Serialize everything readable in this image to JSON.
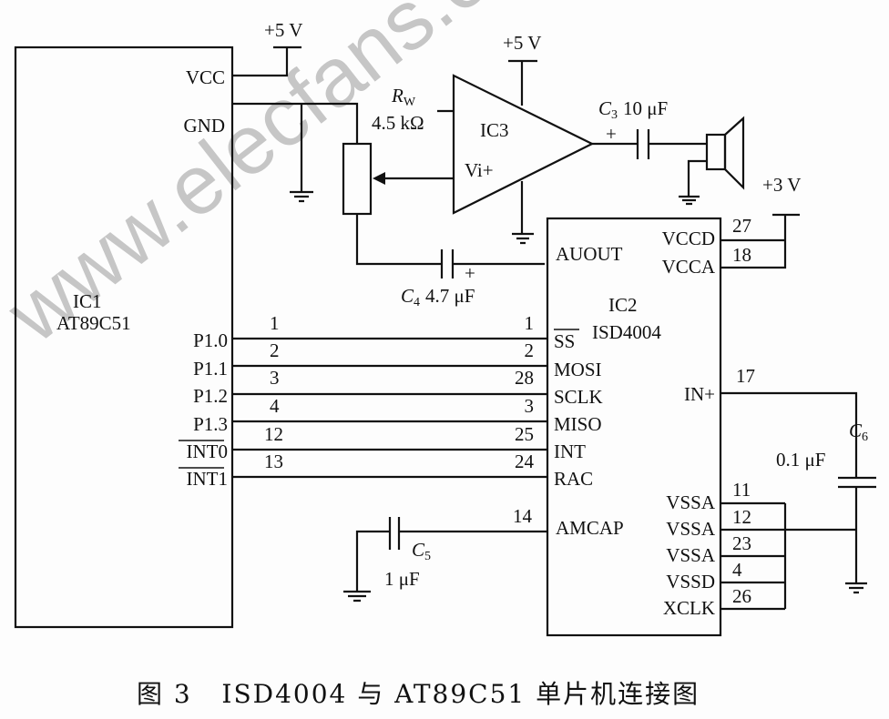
{
  "ic1": {
    "name": "IC1",
    "part": "AT89C51",
    "pins": {
      "vcc": "VCC",
      "gnd": "GND"
    },
    "ports": [
      "P1.0",
      "P1.1",
      "P1.2",
      "P1.3",
      "INT0",
      "INT1"
    ],
    "port_pin_numbers": [
      "1",
      "2",
      "3",
      "4",
      "12",
      "13"
    ]
  },
  "ic2": {
    "name": "IC2",
    "part": "ISD4004",
    "left_pins": [
      "SS",
      "MOSI",
      "SCLK",
      "MISO",
      "INT",
      "RAC"
    ],
    "left_pin_numbers": [
      "1",
      "2",
      "28",
      "3",
      "25",
      "24"
    ],
    "auout": "AUOUT",
    "amcap": "AMCAP",
    "amcap_pin": "14",
    "vccd": "VCCD",
    "vcca": "VCCA",
    "vccd_pin": "27",
    "vcca_pin": "18",
    "in_plus": "IN+",
    "in_plus_pin": "17",
    "right_pins": [
      "VSSA",
      "VSSA",
      "VSSA",
      "VSSD",
      "XCLK"
    ],
    "right_pin_numbers": [
      "11",
      "12",
      "23",
      "4",
      "26"
    ]
  },
  "ic3": {
    "name": "IC3",
    "input": "Vi+"
  },
  "supplies": {
    "ic1_vcc": "+5 V",
    "ic3_vcc": "+5 V",
    "ic2_vcc": "+3 V"
  },
  "components": {
    "rw": {
      "label": "R",
      "sub": "W",
      "value": "4.5 kΩ"
    },
    "c3": {
      "label": "C",
      "sub": "3",
      "value": "10 μF",
      "polarity": "+"
    },
    "c4": {
      "label": "C",
      "sub": "4",
      "value": "4.7 μF",
      "polarity": "+"
    },
    "c5": {
      "label": "C",
      "sub": "5",
      "value": "1 μF"
    },
    "c6": {
      "label": "C",
      "sub": "6",
      "value": "0.1 μF"
    }
  },
  "watermark": "www.elecfans.com",
  "caption": "图 3   ISD4004 与 AT89C51 单片机连接图"
}
